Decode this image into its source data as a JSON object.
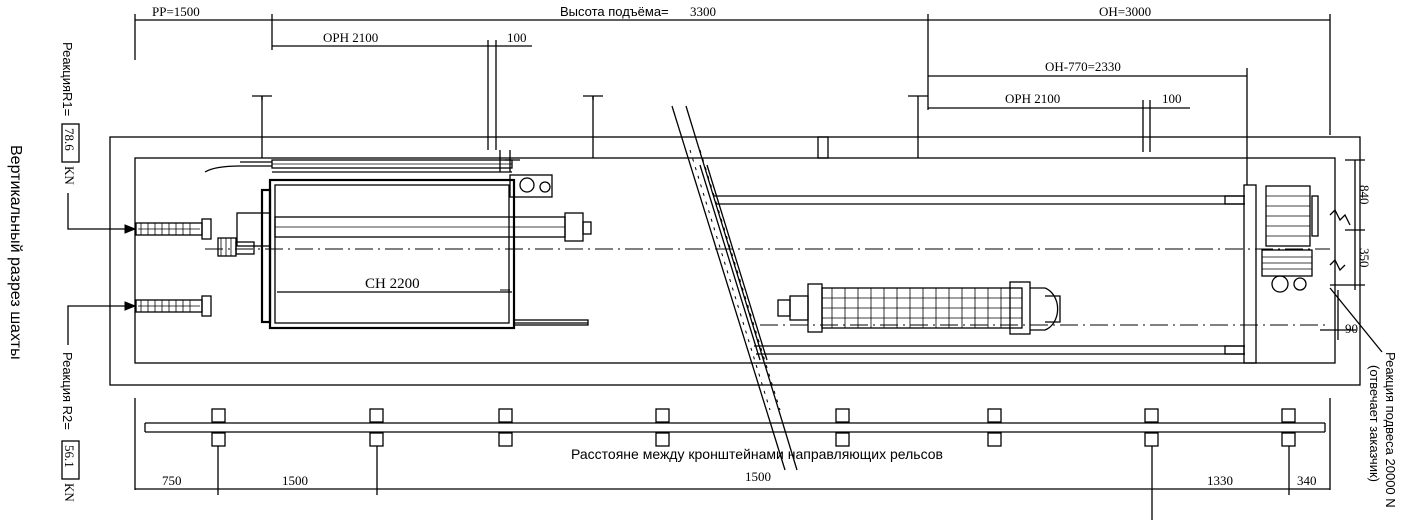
{
  "title_vertical": "Вертикальный разрез шахты",
  "lift_height": "Высота подъёма=",
  "lift_height_value": "3300",
  "dims": {
    "pp": "PP=1500",
    "oh": "OH=3000",
    "orh_left": "ОРН 2100",
    "gap_left": "100",
    "oh_770": "ОН-770=2330",
    "orh_right": "ОРН 2100",
    "gap_right": "100",
    "ch": "СН 2200",
    "d840": "840",
    "d350": "350",
    "d90": "90",
    "b750": "750",
    "b1500a": "1500",
    "b1500b": "1500",
    "b1330": "1330",
    "b340": "340"
  },
  "reactions": {
    "r1_label": "РеакцияR1=",
    "r1_value": "78.6",
    "r1_unit": "KN",
    "r2_label": "Реакция R2=",
    "r2_value": "56.1",
    "r2_unit": "KN",
    "hang_label": "Реакция подвеса 20000 N",
    "hang_sub": "(отвечает заказчик)"
  },
  "rail_caption": "Расстояне между кронштейнами направляющих рельсов"
}
